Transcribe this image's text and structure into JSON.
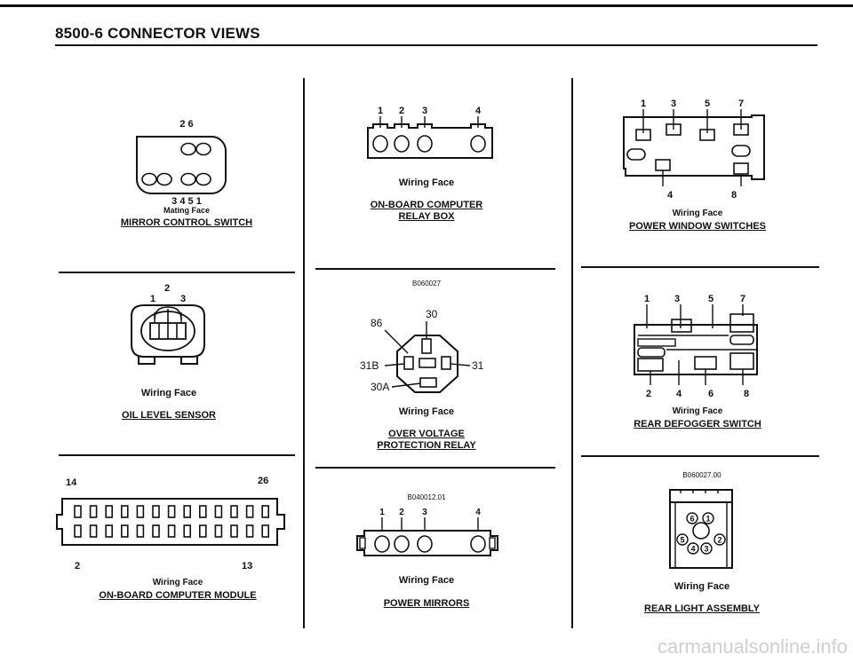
{
  "header": {
    "title": "8500-6   CONNECTOR VIEWS"
  },
  "connectors": {
    "mirror_control": {
      "pins_top": "2  6",
      "pins_bottom": "3  4    5   1",
      "caption": "Mating Face",
      "name": "MIRROR CONTROL SWITCH"
    },
    "relay_box": {
      "pins": [
        "1",
        "2",
        "3",
        "4"
      ],
      "caption": "Wiring Face",
      "name_line1": "ON-BOARD COMPUTER",
      "name_line2": "RELAY BOX"
    },
    "power_windows": {
      "pins_top": [
        "1",
        "3",
        "5",
        "7"
      ],
      "pins_bottom": [
        "4",
        "8"
      ],
      "caption": "Wiring Face",
      "name": "POWER WINDOW SWITCHES"
    },
    "oil_level": {
      "pins": [
        "1",
        "2",
        "3"
      ],
      "caption": "Wiring Face",
      "name": "OIL LEVEL SENSOR"
    },
    "over_voltage": {
      "code": "B060027",
      "pins": [
        "86",
        "30",
        "31B",
        "31",
        "30A"
      ],
      "caption": "Wiring Face",
      "name_line1": "OVER VOLTAGE",
      "name_line2": "PROTECTION RELAY"
    },
    "rear_defogger": {
      "pins_top": [
        "1",
        "3",
        "5",
        "7"
      ],
      "pins_bottom": [
        "2",
        "4",
        "6",
        "8"
      ],
      "caption": "Wiring Face",
      "name": "REAR DEFOGGER SWITCH"
    },
    "computer_module": {
      "pin_top_left": "14",
      "pin_top_right": "26",
      "pin_bottom_left": "2",
      "pin_bottom_right": "13",
      "caption": "Wiring Face",
      "name": "ON-BOARD COMPUTER MODULE"
    },
    "power_mirrors": {
      "code": "B040012.01",
      "pins": [
        "1",
        "2",
        "3",
        "4"
      ],
      "caption": "Wiring Face",
      "name": "POWER MIRRORS"
    },
    "rear_light": {
      "code": "B060027.00",
      "pins": [
        "6",
        "1",
        "5",
        "2",
        "4",
        "3"
      ],
      "caption": "Wiring Face",
      "name": "REAR LIGHT ASSEMBLY"
    }
  },
  "watermark": "carmanualsonline.info"
}
